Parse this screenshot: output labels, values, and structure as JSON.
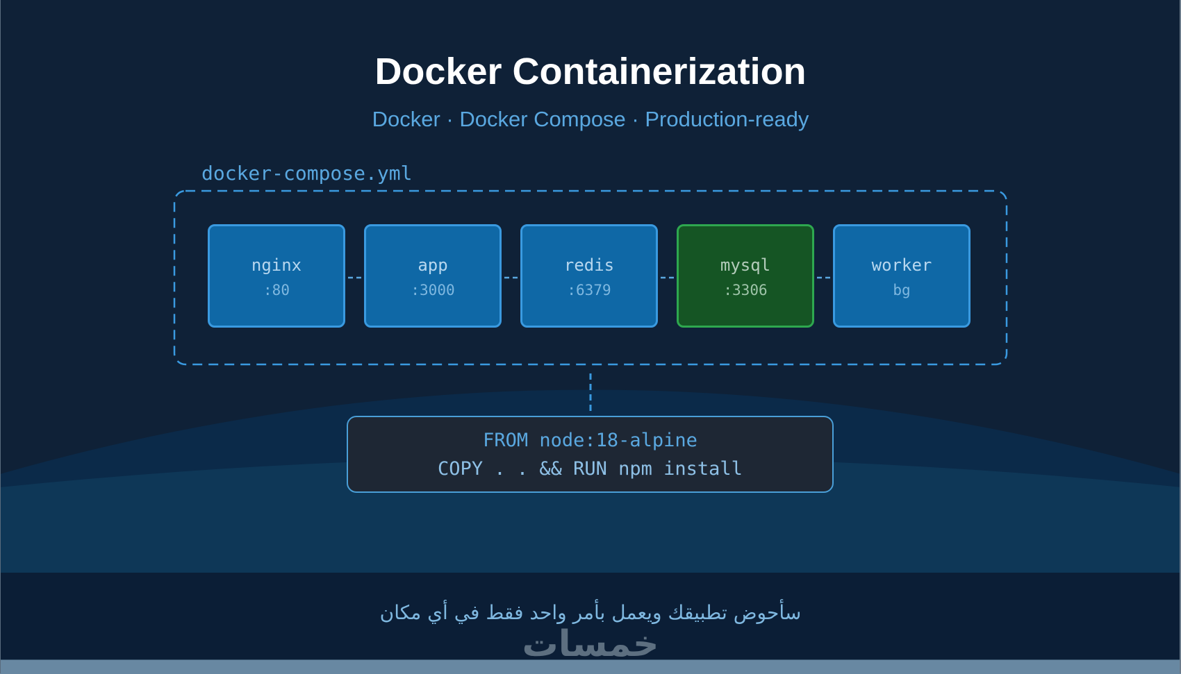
{
  "header": {
    "title": "Docker Containerization",
    "subtitle": "Docker · Docker Compose · Production-ready"
  },
  "compose": {
    "label": "docker-compose.yml",
    "services": [
      {
        "name": "nginx",
        "port": ":80",
        "kind": "service"
      },
      {
        "name": "app",
        "port": ":3000",
        "kind": "service"
      },
      {
        "name": "redis",
        "port": ":6379",
        "kind": "service"
      },
      {
        "name": "mysql",
        "port": ":3306",
        "kind": "database"
      },
      {
        "name": "worker",
        "port": "bg",
        "kind": "service"
      }
    ]
  },
  "dockerfile": {
    "line1": "FROM node:18-alpine",
    "line2": "COPY . . && RUN npm install"
  },
  "footer": {
    "caption": "سأحوض تطبيقك ويعمل بأمر واحد فقط في أي مكان",
    "logo_text": "خمسات"
  },
  "colors": {
    "background": "#0f2137",
    "accent": "#3a9ae0",
    "service_fill": "#0f68a6",
    "database_fill": "#155524",
    "database_border": "#2ea84f",
    "dockerfile_fill": "#1e2734"
  }
}
